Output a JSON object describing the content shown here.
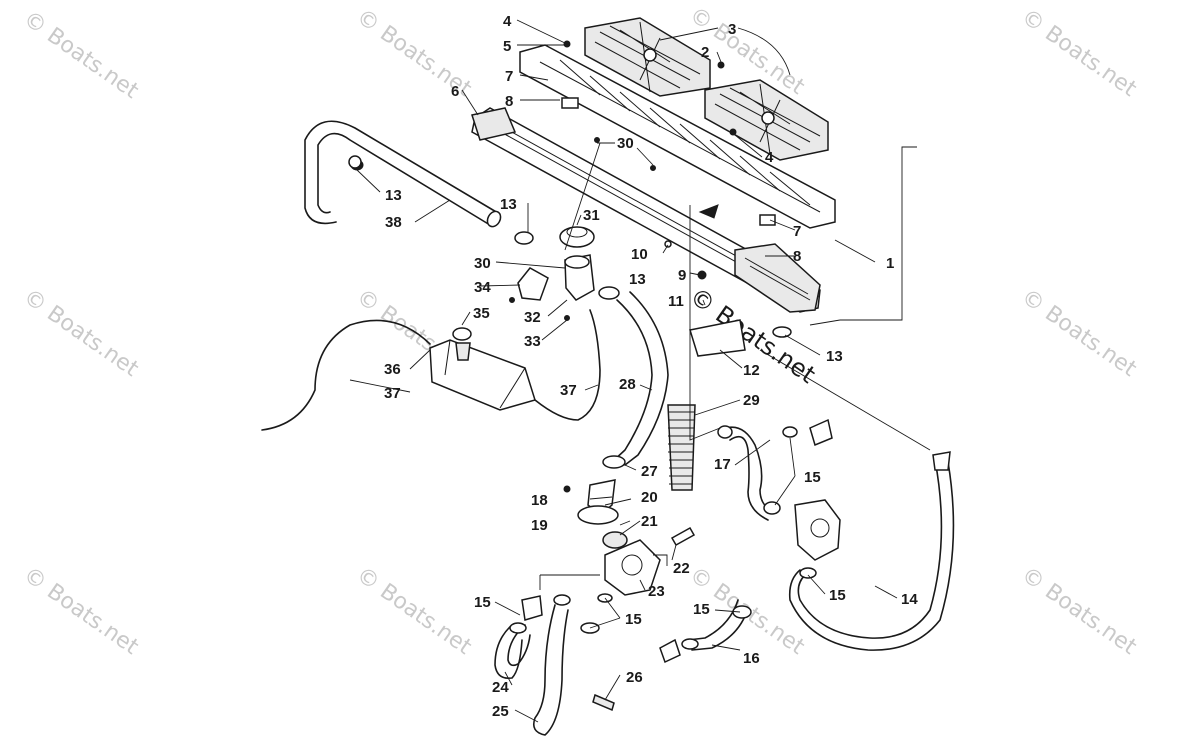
{
  "watermark": {
    "text": "© Boats.net",
    "center_text": "© Boats.net"
  },
  "callouts": [
    {
      "id": "c1",
      "label": "1"
    },
    {
      "id": "c2",
      "label": "2"
    },
    {
      "id": "c3",
      "label": "3"
    },
    {
      "id": "c4a",
      "label": "4"
    },
    {
      "id": "c4b",
      "label": "4"
    },
    {
      "id": "c5",
      "label": "5"
    },
    {
      "id": "c6",
      "label": "6"
    },
    {
      "id": "c7a",
      "label": "7"
    },
    {
      "id": "c7b",
      "label": "7"
    },
    {
      "id": "c8a",
      "label": "8"
    },
    {
      "id": "c8b",
      "label": "8"
    },
    {
      "id": "c9",
      "label": "9"
    },
    {
      "id": "c10",
      "label": "10"
    },
    {
      "id": "c11",
      "label": "11"
    },
    {
      "id": "c12",
      "label": "12"
    },
    {
      "id": "c13a",
      "label": "13"
    },
    {
      "id": "c13b",
      "label": "13"
    },
    {
      "id": "c13c",
      "label": "13"
    },
    {
      "id": "c13d",
      "label": "13"
    },
    {
      "id": "c14",
      "label": "14"
    },
    {
      "id": "c15a",
      "label": "15"
    },
    {
      "id": "c15b",
      "label": "15"
    },
    {
      "id": "c15c",
      "label": "15"
    },
    {
      "id": "c15d",
      "label": "15"
    },
    {
      "id": "c15e",
      "label": "15"
    },
    {
      "id": "c16",
      "label": "16"
    },
    {
      "id": "c17",
      "label": "17"
    },
    {
      "id": "c18",
      "label": "18"
    },
    {
      "id": "c19",
      "label": "19"
    },
    {
      "id": "c20",
      "label": "20"
    },
    {
      "id": "c21",
      "label": "21"
    },
    {
      "id": "c22",
      "label": "22"
    },
    {
      "id": "c23",
      "label": "23"
    },
    {
      "id": "c24",
      "label": "24"
    },
    {
      "id": "c25",
      "label": "25"
    },
    {
      "id": "c26",
      "label": "26"
    },
    {
      "id": "c27",
      "label": "27"
    },
    {
      "id": "c28",
      "label": "28"
    },
    {
      "id": "c29",
      "label": "29"
    },
    {
      "id": "c30a",
      "label": "30"
    },
    {
      "id": "c30b",
      "label": "30"
    },
    {
      "id": "c31",
      "label": "31"
    },
    {
      "id": "c32",
      "label": "32"
    },
    {
      "id": "c33",
      "label": "33"
    },
    {
      "id": "c34",
      "label": "34"
    },
    {
      "id": "c35",
      "label": "35"
    },
    {
      "id": "c36",
      "label": "36"
    },
    {
      "id": "c37a",
      "label": "37"
    },
    {
      "id": "c37b",
      "label": "37"
    },
    {
      "id": "c38",
      "label": "38"
    }
  ]
}
